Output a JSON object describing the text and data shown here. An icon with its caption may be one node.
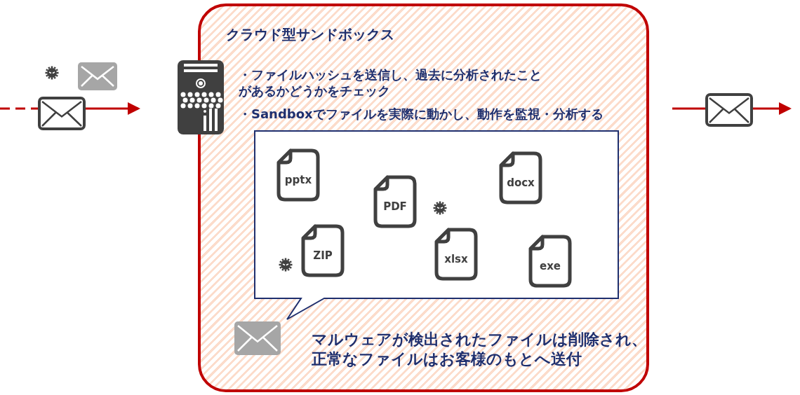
{
  "diagram": {
    "nodes": [
      {
        "text": [
          "クラウド型サンドボックス",
          "・ファイルハッシュを送信し、過去に分析されたことがあるかどうかをチェック",
          "・Sandboxでファイルを実際に動かし、動作を監視・分析する",
          "マルウェアが検出されたファイルは削除され、正常なファイルはお客様のもとへ送付"
        ]
      },
      {
        "text": [],
        "shape": "server"
      },
      {
        "text": [],
        "shape": "box",
        "in": 0
      },
      {
        "text": [
          "pptx"
        ],
        "in": 2
      },
      {
        "text": [
          "docx"
        ],
        "in": 2
      },
      {
        "text": [
          "PDF"
        ],
        "in": 2
      },
      {
        "text": [
          "ZIP"
        ],
        "in": 2
      },
      {
        "text": [
          "xlsx"
        ],
        "in": 2
      },
      {
        "text": [
          "exe"
        ],
        "in": 2
      }
    ],
    "edges": [
      {
        "from": null,
        "to": 1,
        "arrow": "to",
        "style": "dashed"
      },
      {
        "from": 0,
        "to": null,
        "arrow": "to"
      }
    ]
  }
}
